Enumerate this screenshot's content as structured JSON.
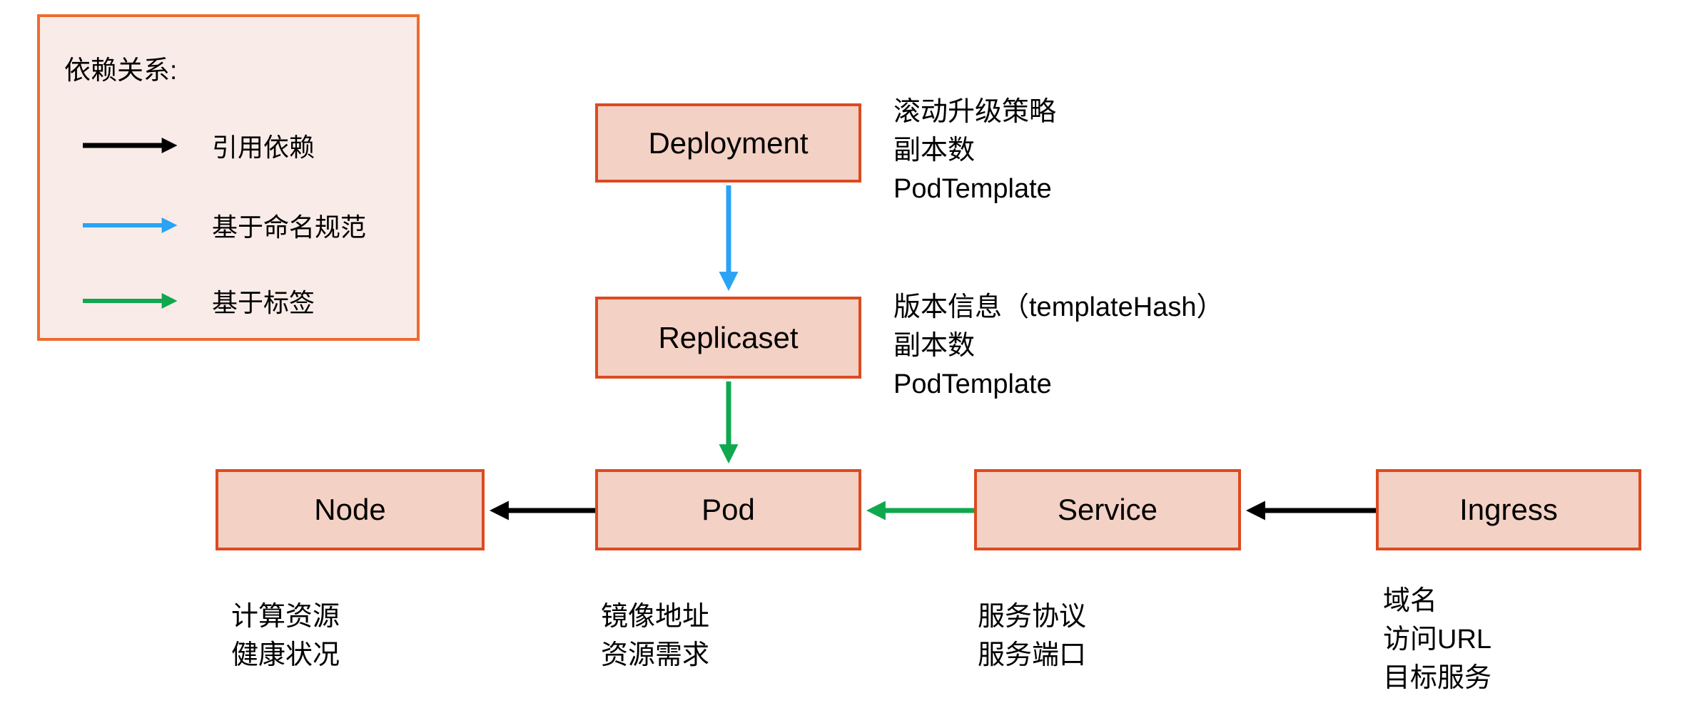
{
  "colors": {
    "background": "#ffffff",
    "text": "#000000",
    "box_fill": "#f3d1c4",
    "box_border": "#dc4a20",
    "legend_fill": "#f9ece8",
    "legend_border": "#ed6c2f",
    "arrow_black": "#000000",
    "arrow_blue": "#2aa3f5",
    "arrow_green": "#10a84f"
  },
  "legend": {
    "title": "依赖关系:",
    "items": [
      {
        "label": "引用依赖",
        "arrow": "black"
      },
      {
        "label": "基于命名规范",
        "arrow": "blue"
      },
      {
        "label": "基于标签",
        "arrow": "green"
      }
    ]
  },
  "nodes": {
    "deployment": {
      "label": "Deployment"
    },
    "replicaset": {
      "label": "Replicaset"
    },
    "node": {
      "label": "Node"
    },
    "pod": {
      "label": "Pod"
    },
    "service": {
      "label": "Service"
    },
    "ingress": {
      "label": "Ingress"
    }
  },
  "annotations": {
    "deployment": {
      "lines": [
        "滚动升级策略",
        "副本数",
        "PodTemplate"
      ]
    },
    "replicaset": {
      "lines": [
        "版本信息（templateHash）",
        "副本数",
        "PodTemplate"
      ]
    },
    "node": {
      "lines": [
        "计算资源",
        "健康状况"
      ]
    },
    "pod": {
      "lines": [
        "镜像地址",
        "资源需求"
      ]
    },
    "service": {
      "lines": [
        "服务协议",
        "服务端口"
      ]
    },
    "ingress": {
      "lines": [
        "域名",
        "访问URL",
        "目标服务"
      ]
    }
  },
  "edges": [
    {
      "from": "Deployment",
      "to": "Replicaset",
      "type": "基于命名规范",
      "color": "blue"
    },
    {
      "from": "Replicaset",
      "to": "Pod",
      "type": "基于标签",
      "color": "green"
    },
    {
      "from": "Pod",
      "to": "Node",
      "type": "引用依赖",
      "color": "black"
    },
    {
      "from": "Service",
      "to": "Pod",
      "type": "基于标签",
      "color": "green"
    },
    {
      "from": "Ingress",
      "to": "Service",
      "type": "引用依赖",
      "color": "black"
    }
  ]
}
